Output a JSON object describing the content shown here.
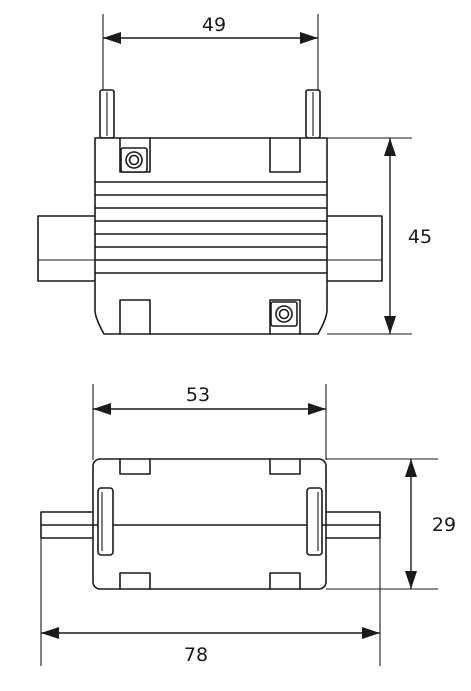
{
  "dimensions": {
    "top_width": "49",
    "top_height": "45",
    "bottom_width": "53",
    "bottom_height": "29",
    "overall_length": "78"
  }
}
